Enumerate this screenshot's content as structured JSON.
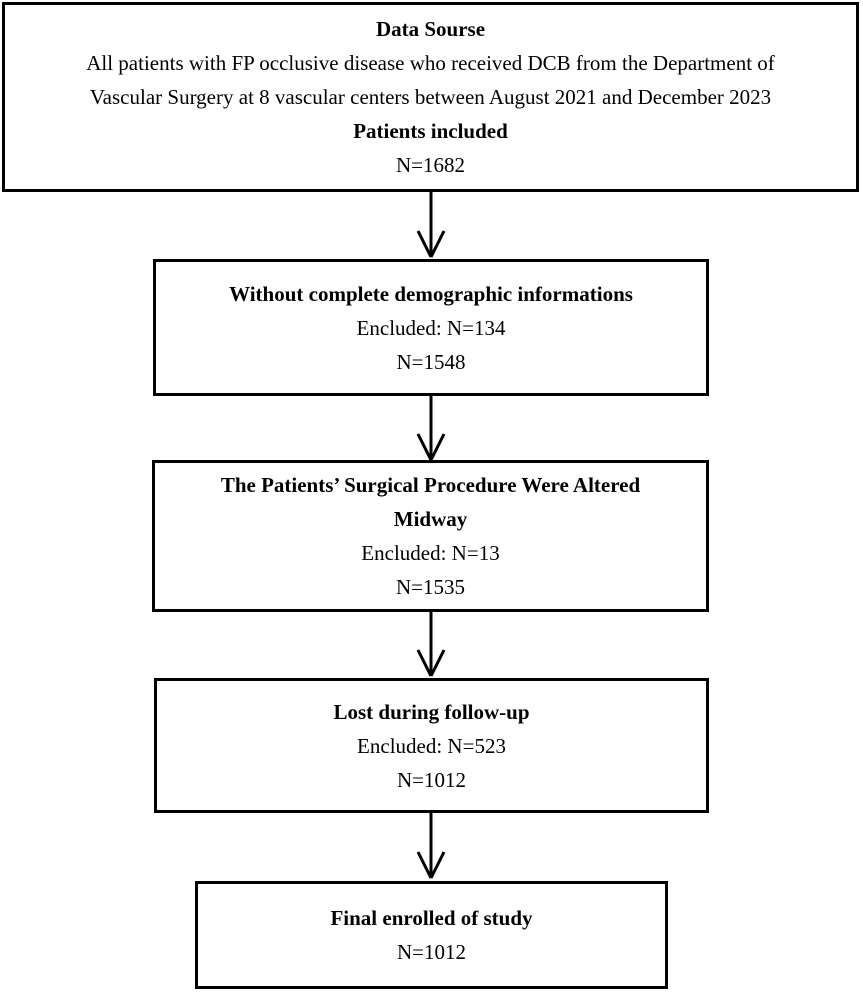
{
  "figure": {
    "type": "flowchart",
    "colors": {
      "border": "#000000",
      "text": "#000000",
      "background": "#ffffff"
    },
    "boxes": [
      {
        "name": "data-source",
        "lines": [
          "Data Sourse",
          "All patients with FP occlusive disease who received DCB from the Department of",
          "Vascular Surgery at 8 vascular centers between August 2021 and December 2023",
          "Patients included",
          "N=1682"
        ]
      },
      {
        "name": "excluded-demographics",
        "lines": [
          "Without complete demographic informations",
          "Encluded: N=134",
          "N=1548"
        ]
      },
      {
        "name": "procedure-altered",
        "lines": [
          "The Patients’ Surgical Procedure Were Altered",
          "Midway",
          "Encluded: N=13",
          "N=1535"
        ]
      },
      {
        "name": "lost-follow-up",
        "lines": [
          "Lost during follow-up",
          "Encluded: N=523",
          "N=1012"
        ]
      },
      {
        "name": "final-enrolled",
        "lines": [
          "Final enrolled of study",
          "N=1012"
        ]
      }
    ]
  }
}
